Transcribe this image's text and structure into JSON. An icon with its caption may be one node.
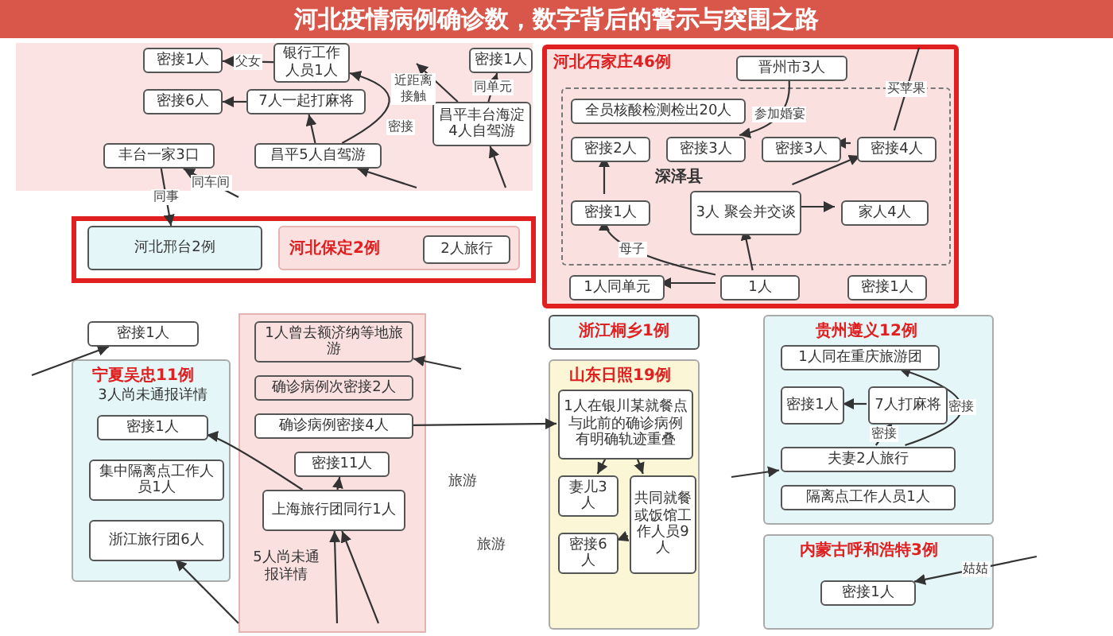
{
  "diagram": {
    "title": "河北疫情病例确诊数，数字背后的警示与突围之路",
    "nodes": [
      {
        "text": [
          "密接1人"
        ]
      },
      {
        "text": [
          "银行工作人员1人"
        ]
      },
      {
        "text": [
          "密接6人"
        ]
      },
      {
        "text": [
          "7人一起打麻将"
        ]
      },
      {
        "text": [
          "丰台一家3口"
        ]
      },
      {
        "text": [
          "昌平5人自驾游"
        ]
      },
      {
        "text": [
          "密接1人"
        ]
      },
      {
        "text": [
          "昌平丰台海淀4人自驾游"
        ]
      },
      {
        "text": [
          "河北邢台2例"
        ]
      },
      {
        "text": [
          "河北保定2例"
        ]
      },
      {
        "text": [
          "2人旅行"
        ],
        "in": 9
      },
      {
        "text": [
          "河北石家庄46例"
        ]
      },
      {
        "text": [
          "晋州市3人"
        ],
        "in": 11
      },
      {
        "text": [
          "深泽县"
        ],
        "in": 11
      },
      {
        "text": [
          "全员核酸检测检出20人"
        ],
        "in": 13
      },
      {
        "text": [
          "密接2人"
        ],
        "in": 13
      },
      {
        "text": [
          "密接3人"
        ],
        "in": 13
      },
      {
        "text": [
          "密接3人"
        ],
        "in": 13
      },
      {
        "text": [
          "密接4人"
        ],
        "in": 13
      },
      {
        "text": [
          "密接1人"
        ],
        "in": 13
      },
      {
        "text": [
          "3人 聚会并交谈"
        ],
        "in": 13
      },
      {
        "text": [
          "家人4人"
        ],
        "in": 13
      },
      {
        "text": [
          "1人同单元"
        ],
        "in": 11
      },
      {
        "text": [
          "1人"
        ],
        "in": 11
      },
      {
        "text": [
          "密接1人"
        ],
        "in": 11
      },
      {
        "text": [
          "密接1人"
        ]
      },
      {
        "text": [
          "宁夏吴忠11例"
        ]
      },
      {
        "text": [
          "3人尚未通报详情"
        ],
        "in": 26
      },
      {
        "text": [
          "密接1人"
        ],
        "in": 26
      },
      {
        "text": [
          "集中隔离点工作人员1人"
        ],
        "in": 26
      },
      {
        "text": [
          "浙江旅行团6人"
        ],
        "in": 26
      },
      {
        "text": [
          "1人曾去额济纳等地旅游"
        ]
      },
      {
        "text": [
          "确诊病例次密接2人"
        ]
      },
      {
        "text": [
          "确诊病例密接4人"
        ]
      },
      {
        "text": [
          "密接11人"
        ]
      },
      {
        "text": [
          "上海旅行团同行1人"
        ]
      },
      {
        "text": [
          "5人尚未通报详情"
        ]
      },
      {
        "text": [
          "浙江桐乡1例"
        ]
      },
      {
        "text": [
          "山东日照19例"
        ]
      },
      {
        "text": [
          "1人在银川某就餐点与此前的确诊病例有明确轨迹重叠"
        ],
        "in": 38
      },
      {
        "text": [
          "妻儿3人"
        ],
        "in": 38
      },
      {
        "text": [
          "共同就餐或饭馆工作人员9人"
        ],
        "in": 38
      },
      {
        "text": [
          "密接6人"
        ],
        "in": 38
      },
      {
        "text": [
          "贵州遵义12例"
        ]
      },
      {
        "text": [
          "1人同在重庆旅游团"
        ],
        "in": 43
      },
      {
        "text": [
          "密接1人"
        ],
        "in": 43
      },
      {
        "text": [
          "7人打麻将"
        ],
        "in": 43
      },
      {
        "text": [
          "夫妻2人旅行"
        ],
        "in": 43
      },
      {
        "text": [
          "隔离点工作人员1人"
        ],
        "in": 43
      },
      {
        "text": [
          "内蒙古呼和浩特3例"
        ]
      },
      {
        "text": [
          "密接1人"
        ],
        "in": 49
      }
    ],
    "edges": [
      {
        "from": 1,
        "to": 0,
        "arrow": "to",
        "label": "父女"
      },
      {
        "from": 3,
        "to": 2,
        "arrow": "to"
      },
      {
        "from": 5,
        "to": 3,
        "arrow": "to"
      },
      {
        "from": 5,
        "to": 1,
        "arrow": "to",
        "label": "密接"
      },
      {
        "from": 7,
        "to": null,
        "arrow": "to",
        "label": "近距离接触"
      },
      {
        "from": 7,
        "to": 6,
        "arrow": "to",
        "label": "同单元"
      },
      {
        "from": 4,
        "to": 8,
        "arrow": "to",
        "label": "同事"
      },
      {
        "from": null,
        "to": 4,
        "arrow": "to",
        "label": "同车间"
      },
      {
        "from": null,
        "to": 5,
        "arrow": "to"
      },
      {
        "from": null,
        "to": 7,
        "arrow": "to"
      },
      {
        "from": 12,
        "to": 16,
        "arrow": "to",
        "label": "参加婚宴"
      },
      {
        "from": 18,
        "to": null,
        "arrow": "none",
        "label": "买苹果"
      },
      {
        "from": 18,
        "to": 17,
        "arrow": "to"
      },
      {
        "from": 20,
        "to": 18,
        "arrow": "to"
      },
      {
        "from": 20,
        "to": 21,
        "arrow": "to"
      },
      {
        "from": 19,
        "to": 15,
        "arrow": "to"
      },
      {
        "from": 23,
        "to": 19,
        "arrow": "to",
        "label": "母子"
      },
      {
        "from": 23,
        "to": 20,
        "arrow": "to"
      },
      {
        "from": 23,
        "to": 22,
        "arrow": "to"
      },
      {
        "from": null,
        "to": 25,
        "arrow": "to"
      },
      {
        "from": null,
        "to": 31,
        "arrow": "to"
      },
      {
        "from": 35,
        "to": 28,
        "arrow": "to"
      },
      {
        "from": 35,
        "to": 34,
        "arrow": "to"
      },
      {
        "from": null,
        "to": 35,
        "arrow": "to"
      },
      {
        "from": null,
        "to": 35,
        "arrow": "to"
      },
      {
        "from": null,
        "to": 30,
        "arrow": "to"
      },
      {
        "from": 33,
        "to": 39,
        "arrow": "to"
      },
      {
        "from": 39,
        "to": 40,
        "arrow": "to"
      },
      {
        "from": 39,
        "to": 41,
        "arrow": "to"
      },
      {
        "from": 41,
        "to": 42,
        "arrow": "to"
      },
      {
        "from": 46,
        "to": 45,
        "arrow": "to"
      },
      {
        "from": 47,
        "to": 46,
        "arrow": "to",
        "label": "密接"
      },
      {
        "from": 47,
        "to": 44,
        "arrow": "to",
        "label": "密接"
      },
      {
        "from": null,
        "to": 47,
        "arrow": "to"
      },
      {
        "from": null,
        "to": 50,
        "arrow": "to",
        "label": "姑姑"
      }
    ],
    "labels": [
      "旅游",
      "旅游"
    ]
  }
}
